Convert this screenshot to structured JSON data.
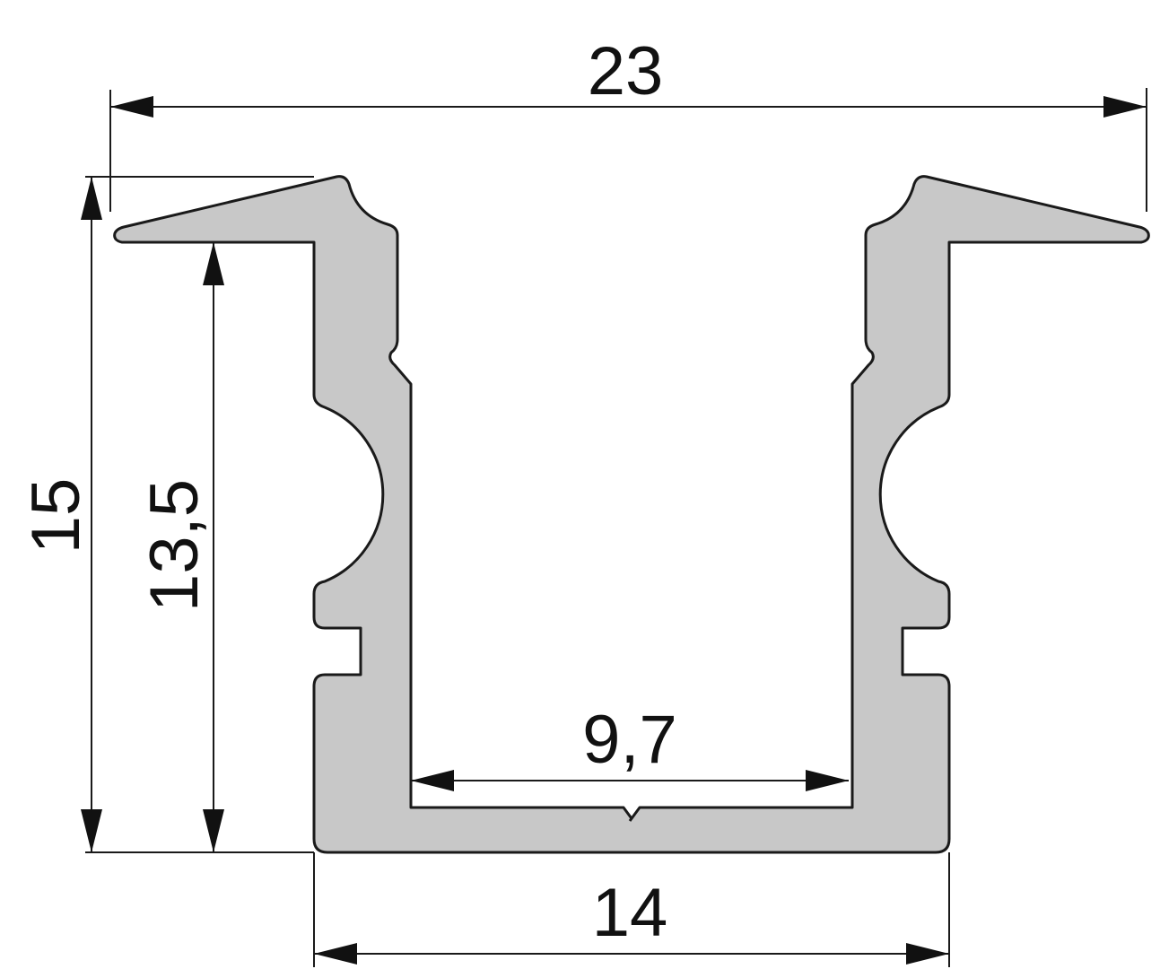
{
  "drawing": {
    "title": "Aluminium profile cross-section",
    "dimensions": {
      "overall_width": "23",
      "overall_height": "15",
      "inner_height": "13,5",
      "inner_width": "9,7",
      "base_width": "14"
    },
    "colors": {
      "profile_fill": "#c8c8c8",
      "line": "#1a1a1a"
    }
  }
}
